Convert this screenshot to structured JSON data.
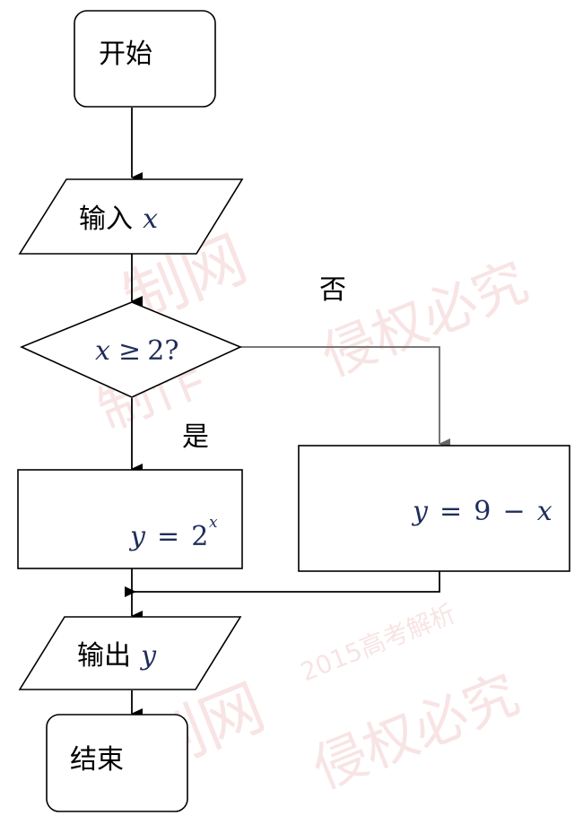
{
  "flowchart": {
    "start": "开始",
    "input": {
      "label": "输入",
      "var": "x"
    },
    "decision": {
      "var": "x",
      "op": "≥",
      "value": "2?"
    },
    "no_label": "否",
    "yes_label": "是",
    "yes_box": {
      "lhs": "y",
      "eq": "=",
      "base": "2",
      "exp": "x"
    },
    "no_box": {
      "lhs": "y",
      "eq": "=",
      "rhs_num": "9",
      "minus": "−",
      "rhs_var": "x"
    },
    "output": {
      "label": "输出",
      "var": "y"
    },
    "end": "结束"
  },
  "watermark": {
    "line1": "制网",
    "line2": "制作",
    "line3": "侵权必究",
    "line4": "2015高考解析"
  },
  "colors": {
    "stroke": "#000000",
    "math": "#1f2d5a",
    "watermark": "#e8a0a0"
  }
}
